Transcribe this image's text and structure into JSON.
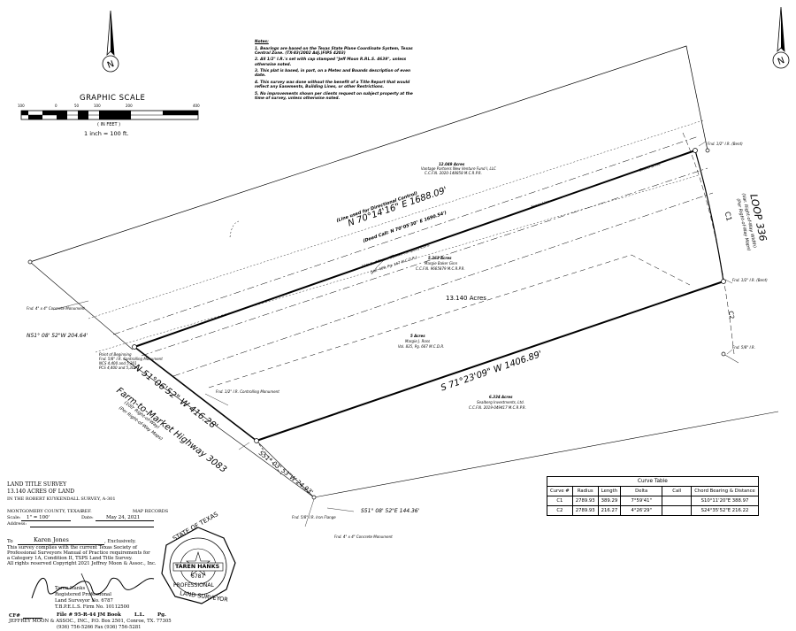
{
  "notes": {
    "heading": "Notes:",
    "items": [
      "1. Bearings are based on the Texas State Plane Coordinate System, Texas Central Zone. (TX-83(2002 Adj.)FIPS 4203)",
      "2. All 1/2\" I.R.'s set with cap stamped \"Jeff Moon R.P.L.S. 4639\", unless otherwise noted.",
      "3. This plat is based, in part, on a Metes and Bounds description of even date.",
      "4. This survey was done without the benefit of a Title Report that would reflect any Easements, Building Lines, or other Restrictions.",
      "5. No improvements shown per clients request on subject property at the time of survey, unless otherwise noted."
    ]
  },
  "scale": {
    "title": "GRAPHIC SCALE",
    "ticks": [
      "100",
      "0",
      "50",
      "100",
      "200",
      "400"
    ],
    "unit": "( IN FEET )",
    "ratio": "1 inch = 100 ft."
  },
  "labels": {
    "loop": "LOOP 336",
    "loop_row": "(Var. Right-of-Way Width)",
    "loop_row2": "(Per Right-of-Way Maps)",
    "c1": "C1",
    "c2": "C2",
    "north_line": "N 70°14'16\" E 1688.09'",
    "north_line_note": "(Line used for Directional Control)",
    "north_line_deed": "(Deed Call: N 70°05'30\" E 1690.54')",
    "tract_north": "12.049 Acres",
    "tract_north_owner": "Vantage Partners New Venture Fund I, LLC",
    "tract_north_rec": "C.C.F.N. 2020-148858 M.C.R.P.R.",
    "tract_mid": "5.263 Acres",
    "tract_mid_owner": "Margie Baker Ginn",
    "tract_mid_rec": "C.C.F.N. 9665879 M.C.R.P.R.",
    "gulf_states": "100' Gulf States Utilities Company Esmt.",
    "gulf_states_rec": "(Vol. 409, Pg. 167 M.C.D.R.)",
    "tract_main": "13.140 Acres",
    "tract_south": "5 Acres",
    "tract_south_owner": "Margie J. Ross",
    "tract_south_rec": "Vol. 835, Pg. 667 M.C.D.R.",
    "south_line": "S 71°23'09\" W 1406.89'",
    "tract_se": "6.334 Acres",
    "tract_se_owner": "Sealberg Investments, Ltd.",
    "tract_se_rec": "C.C.F.N. 2019-049417 M.C.R.P.R.",
    "west_line": "N 51°06'52\" W 416.28'",
    "fm": "Farm-to-Market Highway 3083",
    "fm_row": "(100' Right-of-Way)",
    "fm_row2": "(Per Right-of-Way Maps)",
    "n51": "N51° 08' 52\"W 204.64'",
    "s51": "S51° 03' 53\"W 24.93'",
    "s51b": "S51° 08' 52\"E 144.36'",
    "pob": "Point of Beginning",
    "pob2": "Fnd. 5/8\" I.R. Controlling Monument",
    "pob3": "NCS 4,400 and 5,301",
    "pob4": "PCS 4,400 and 5,301",
    "fnd_conc": "Fnd. 4\" x 4\" Concrete Monument",
    "fnd_conc2": "Fnd. 4\" x 4\" Concrete Monument",
    "fnd_half": "Fnd. 1/2\" I.R. (Bent)",
    "fnd_half2": "Fnd. 1/2\" I.R. (Bent)",
    "fnd_58": "Fnd. 5/8\" I.R.",
    "fnd_58_2": "Fnd. 5/8\" I.R. Iron Flange",
    "fnd_12c": "Fnd. 1/2\" I.R. Controlling Monument",
    "gravel_drive": "Gravel Drive",
    "fence": "Fence Line"
  },
  "title_block": {
    "line1": "LAND TITLE SURVEY",
    "line2": "13.140 ACRES OF LAND",
    "line3": "IN THE ROBERT KUYKENDALL SURVEY, A-301",
    "county": "MONTGOMERY COUNTY, TEXAS",
    "ref_label": "REF.",
    "map_records": "MAP RECORDS",
    "scale_label": "Scale:",
    "scale_value": "1\" = 100'",
    "date_label": "Date:",
    "date_value": "May 24, 2021",
    "address_label": "Address:",
    "to_label": "To",
    "to_name": "Karen Jones",
    "exclusively": ", Exclusively.",
    "cert1": "This survey complies with the current Texas Society of",
    "cert2": "Professional Surveyors Manual of Practice requirements for",
    "cert3": "a Category 1A, Condition II, TSPS Land Title Survey.",
    "cert4": "All rights reserved Copyright 2021 Jeffrey Moon & Assoc., Inc.",
    "surveyor": "Taren Hanks",
    "role": "Registered Professional",
    "land": "Land Surveyor No. 6787",
    "firm": "T.B.P.E.L.S. Firm No. 10112500",
    "cf": "CF#",
    "file": "File # 95-R-44 JM Book",
    "book": "L.L.",
    "pg": "Pg.",
    "company": "JEFFREY MOON & ASSOC., INC., P.O. Box 2501, Conroe, TX. 77305",
    "phone": "(936) 756-5266    Fax (936) 756-5281"
  },
  "seal": {
    "top": "STATE OF TEXAS",
    "name": "TAREN HANKS",
    "number": "6787",
    "mid": "PROFESSIONAL",
    "bottom": "LAND SURVEYOR"
  },
  "curve_table": {
    "title": "Curve Table",
    "headers": [
      "Curve #",
      "Radius",
      "Length",
      "Delta",
      "Call",
      "Chord Bearing & Distance"
    ],
    "rows": [
      [
        "C1",
        "2789.93",
        "389.29",
        "7°59'41\"",
        "",
        "S10°11'20\"E  388.97"
      ],
      [
        "C2",
        "2789.93",
        "216.27",
        "4°26'29\"",
        "",
        "S24°35'52\"E  216.22"
      ]
    ]
  }
}
